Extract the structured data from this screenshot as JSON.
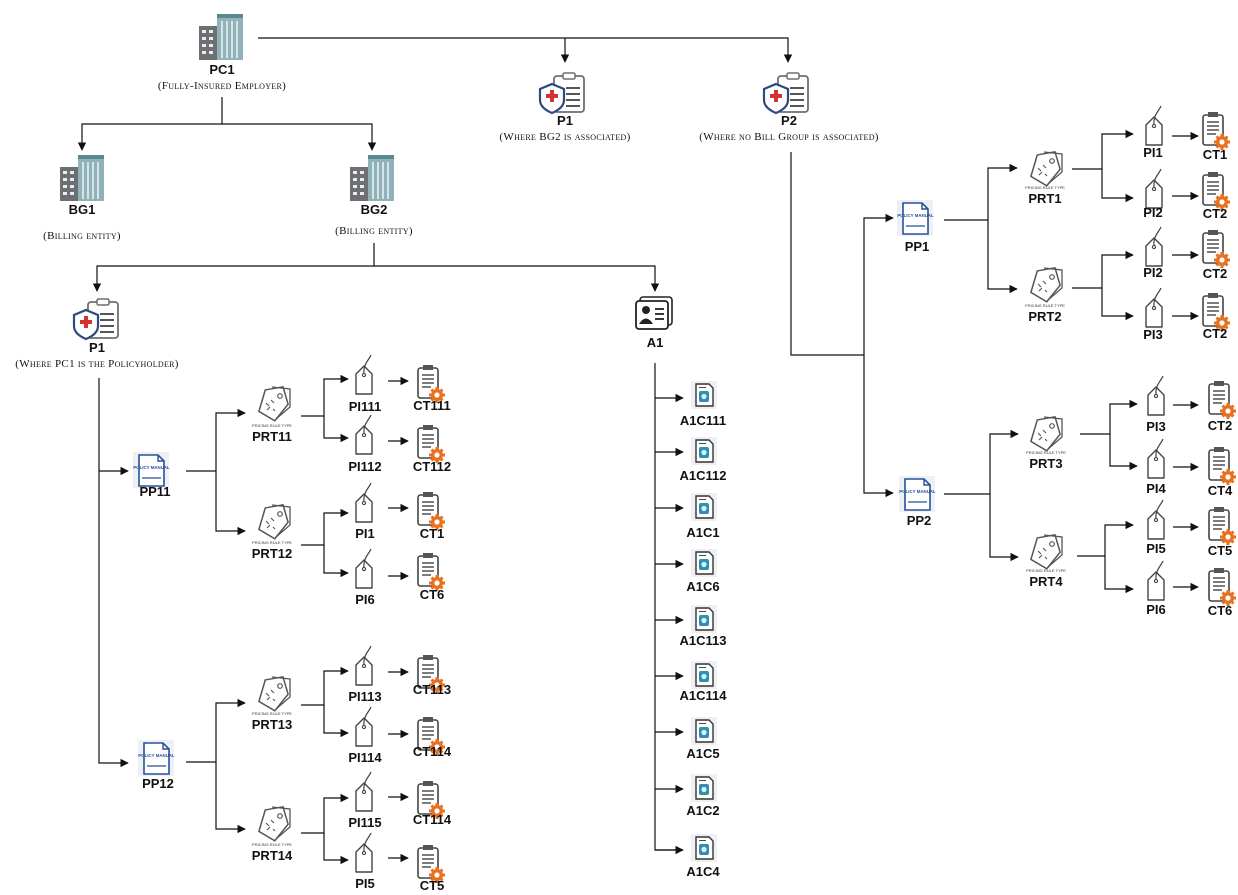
{
  "nodes": {
    "pc1": {
      "label": "PC1",
      "sub": "(Fully-Insured Employer)",
      "icon": "building-icon"
    },
    "bg1": {
      "label": "BG1",
      "sub": "(Billing entity)",
      "icon": "building-icon"
    },
    "bg2": {
      "label": "BG2",
      "sub": "(Billing entity)",
      "icon": "building-icon"
    },
    "p1_left": {
      "label": "P1",
      "sub": "(Where PC1 is the Policyholder)",
      "icon": "policy-shield-icon"
    },
    "a1": {
      "label": "A1",
      "sub": "",
      "icon": "contact-card-icon"
    },
    "p1_top": {
      "label": "P1",
      "sub": "(Where BG2 is associated)",
      "icon": "policy-shield-icon"
    },
    "p2_top": {
      "label": "P2",
      "sub": "(Where no Bill Group is associated)",
      "icon": "policy-shield-icon"
    },
    "pp11": {
      "label": "PP11",
      "icon": "policy-manual-icon"
    },
    "pp12": {
      "label": "PP12",
      "icon": "policy-manual-icon"
    },
    "pp1": {
      "label": "PP1",
      "icon": "policy-manual-icon"
    },
    "pp2": {
      "label": "PP2",
      "icon": "policy-manual-icon"
    },
    "prt11": {
      "label": "PRT11",
      "icon": "pricing-rule-type-icon"
    },
    "prt12": {
      "label": "PRT12",
      "icon": "pricing-rule-type-icon"
    },
    "prt13": {
      "label": "PRT13",
      "icon": "pricing-rule-type-icon"
    },
    "prt14": {
      "label": "PRT14",
      "icon": "pricing-rule-type-icon"
    },
    "prt1": {
      "label": "PRT1",
      "icon": "pricing-rule-type-icon"
    },
    "prt2": {
      "label": "PRT2",
      "icon": "pricing-rule-type-icon"
    },
    "prt3": {
      "label": "PRT3",
      "icon": "pricing-rule-type-icon"
    },
    "prt4": {
      "label": "PRT4",
      "icon": "pricing-rule-type-icon"
    },
    "pi111": {
      "label": "PI111",
      "icon": "price-tag-icon"
    },
    "pi112": {
      "label": "PI112",
      "icon": "price-tag-icon"
    },
    "pi1_l": {
      "label": "PI1",
      "icon": "price-tag-icon"
    },
    "pi6_l": {
      "label": "PI6",
      "icon": "price-tag-icon"
    },
    "pi113": {
      "label": "PI113",
      "icon": "price-tag-icon"
    },
    "pi114": {
      "label": "PI114",
      "icon": "price-tag-icon"
    },
    "pi115": {
      "label": "PI115",
      "icon": "price-tag-icon"
    },
    "pi5_l": {
      "label": "PI5",
      "icon": "price-tag-icon"
    },
    "pi1_r": {
      "label": "PI1",
      "icon": "price-tag-icon"
    },
    "pi2_r": {
      "label": "PI2",
      "icon": "price-tag-icon"
    },
    "pi2_r2": {
      "label": "PI2",
      "icon": "price-tag-icon"
    },
    "pi3_r": {
      "label": "PI3",
      "icon": "price-tag-icon"
    },
    "pi3_r2": {
      "label": "PI3",
      "icon": "price-tag-icon"
    },
    "pi4_r": {
      "label": "PI4",
      "icon": "price-tag-icon"
    },
    "pi5_r": {
      "label": "PI5",
      "icon": "price-tag-icon"
    },
    "pi6_r": {
      "label": "PI6",
      "icon": "price-tag-icon"
    },
    "ct111": {
      "label": "CT111",
      "icon": "coverage-document-gear-icon"
    },
    "ct112": {
      "label": "CT112",
      "icon": "coverage-document-gear-icon"
    },
    "ct1_l": {
      "label": "CT1",
      "icon": "coverage-document-gear-icon"
    },
    "ct6_l": {
      "label": "CT6",
      "icon": "coverage-document-gear-icon"
    },
    "ct113": {
      "label": "CT113",
      "icon": "coverage-document-gear-icon"
    },
    "ct114_a": {
      "label": "CT114",
      "icon": "coverage-document-gear-icon"
    },
    "ct114_b": {
      "label": "CT114",
      "icon": "coverage-document-gear-icon"
    },
    "ct5_l": {
      "label": "CT5",
      "icon": "coverage-document-gear-icon"
    },
    "ct1_r": {
      "label": "CT1",
      "icon": "coverage-document-gear-icon"
    },
    "ct2_r1": {
      "label": "CT2",
      "icon": "coverage-document-gear-icon"
    },
    "ct2_r2": {
      "label": "CT2",
      "icon": "coverage-document-gear-icon"
    },
    "ct2_r3": {
      "label": "CT2",
      "icon": "coverage-document-gear-icon"
    },
    "ct2_r4": {
      "label": "CT2",
      "icon": "coverage-document-gear-icon"
    },
    "ct4_r": {
      "label": "CT4",
      "icon": "coverage-document-gear-icon"
    },
    "ct5_r": {
      "label": "CT5",
      "icon": "coverage-document-gear-icon"
    },
    "ct6_r": {
      "label": "CT6",
      "icon": "coverage-document-gear-icon"
    },
    "a1c111": {
      "label": "A1C111",
      "icon": "coverage-badge-icon"
    },
    "a1c112": {
      "label": "A1C112",
      "icon": "coverage-badge-icon"
    },
    "a1c1": {
      "label": "A1C1",
      "icon": "coverage-badge-icon"
    },
    "a1c6": {
      "label": "A1C6",
      "icon": "coverage-badge-icon"
    },
    "a1c113": {
      "label": "A1C113",
      "icon": "coverage-badge-icon"
    },
    "a1c114": {
      "label": "A1C114",
      "icon": "coverage-badge-icon"
    },
    "a1c5": {
      "label": "A1C5",
      "icon": "coverage-badge-icon"
    },
    "a1c2": {
      "label": "A1C2",
      "icon": "coverage-badge-icon"
    },
    "a1c4": {
      "label": "A1C4",
      "icon": "coverage-badge-icon"
    }
  },
  "icon_text": {
    "policy_manual": "POLICY MANUAL",
    "pricing_rule_type": "PRICING RULE TYPE"
  },
  "colors": {
    "line": "#111111",
    "building_gray": "#6d6f73",
    "building_teal": "#8fb3b8",
    "shield_blue": "#2c4a7a",
    "cross_red": "#d43232",
    "manual_blue": "#25519b",
    "gear_orange": "#e8711f",
    "badge_teal": "#2f8fb0"
  }
}
